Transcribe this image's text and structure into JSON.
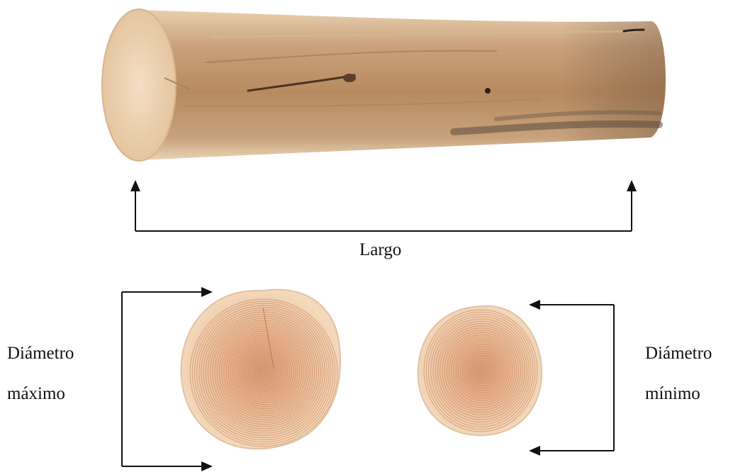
{
  "labels": {
    "length": "Largo",
    "max_diameter_line1": "Diámetro",
    "max_diameter_line2": "máximo",
    "min_diameter_line1": "Diámetro",
    "min_diameter_line2": "mínimo"
  },
  "colors": {
    "bark_light": "#e6c8a0",
    "bark_mid": "#c89a6a",
    "bark_dark": "#8a6a4a",
    "end_grain": "#f1d9b8",
    "ring": "#c98a64",
    "ring_center": "#d6946f",
    "arrow": "#111111"
  }
}
